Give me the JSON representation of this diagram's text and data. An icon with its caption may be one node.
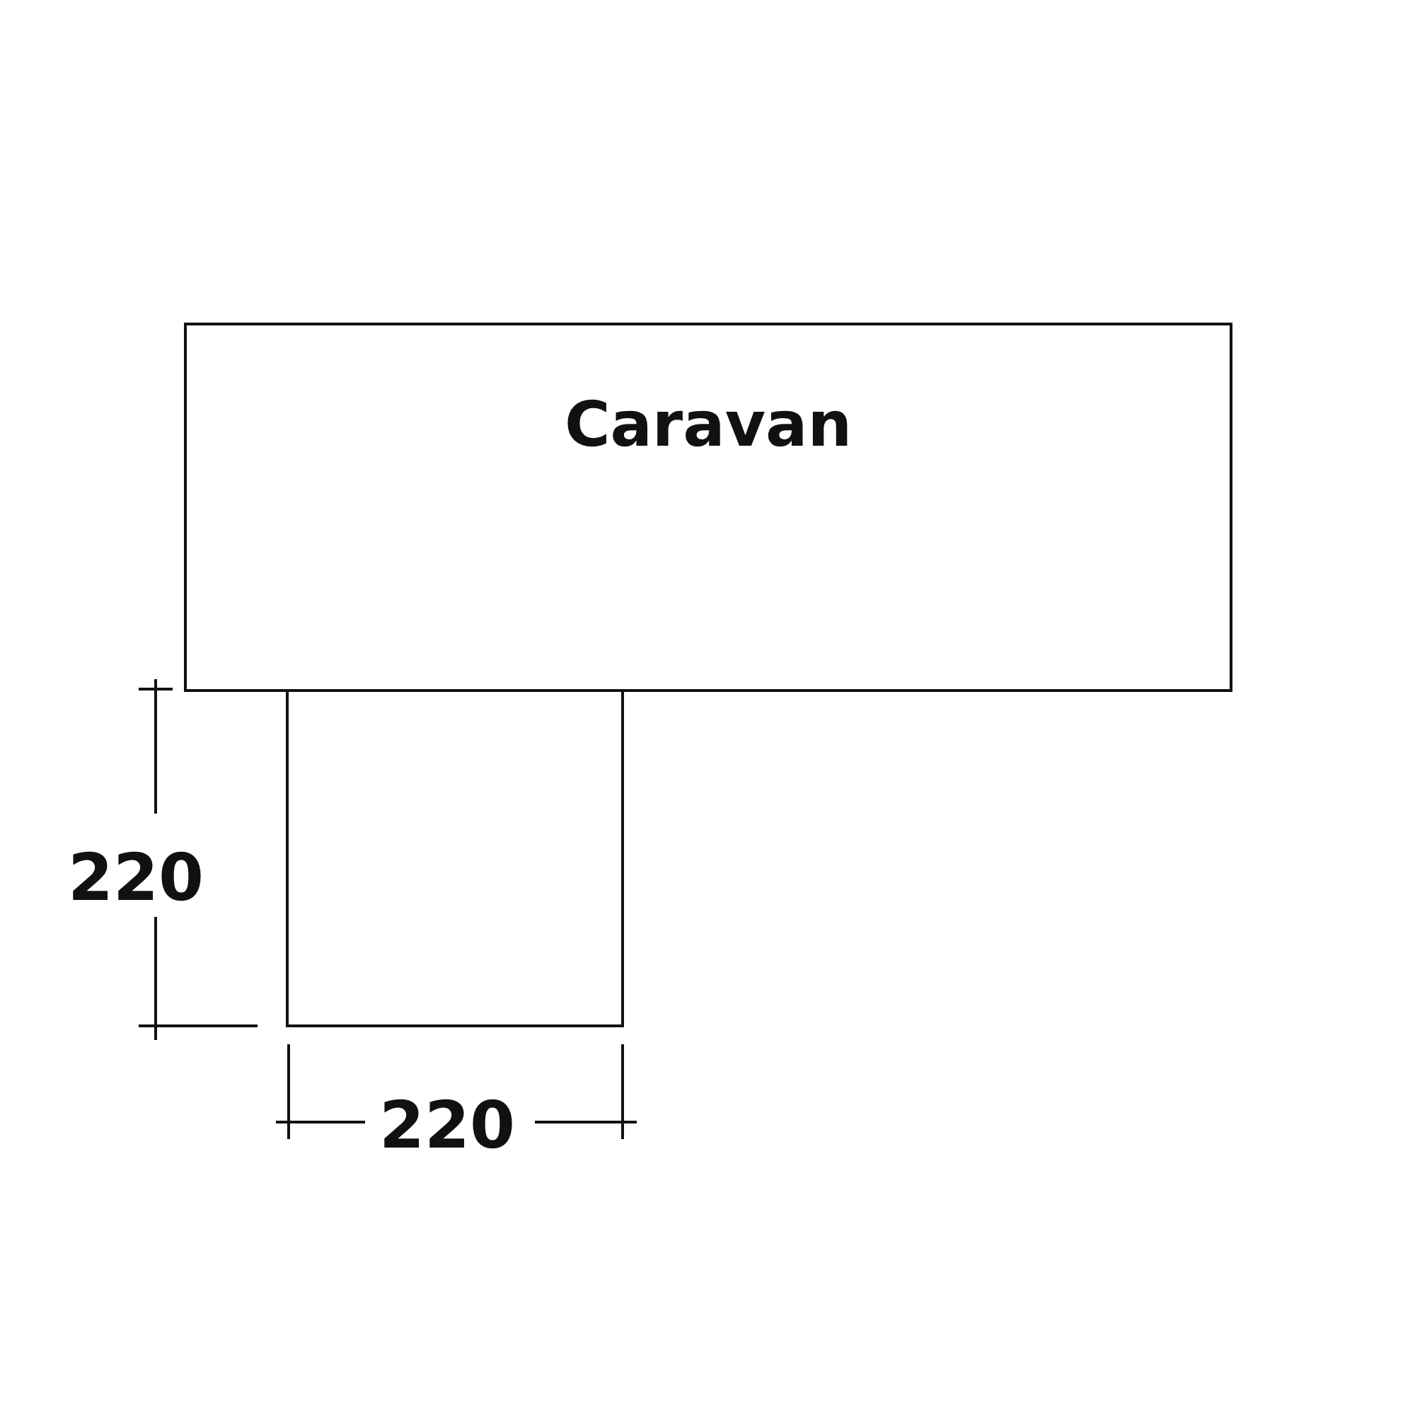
{
  "diagram": {
    "nodes": [
      {
        "text": [
          "Caravan"
        ]
      },
      {
        "text": [],
        "shape": "box"
      }
    ],
    "labels": [
      "220",
      "220"
    ]
  }
}
